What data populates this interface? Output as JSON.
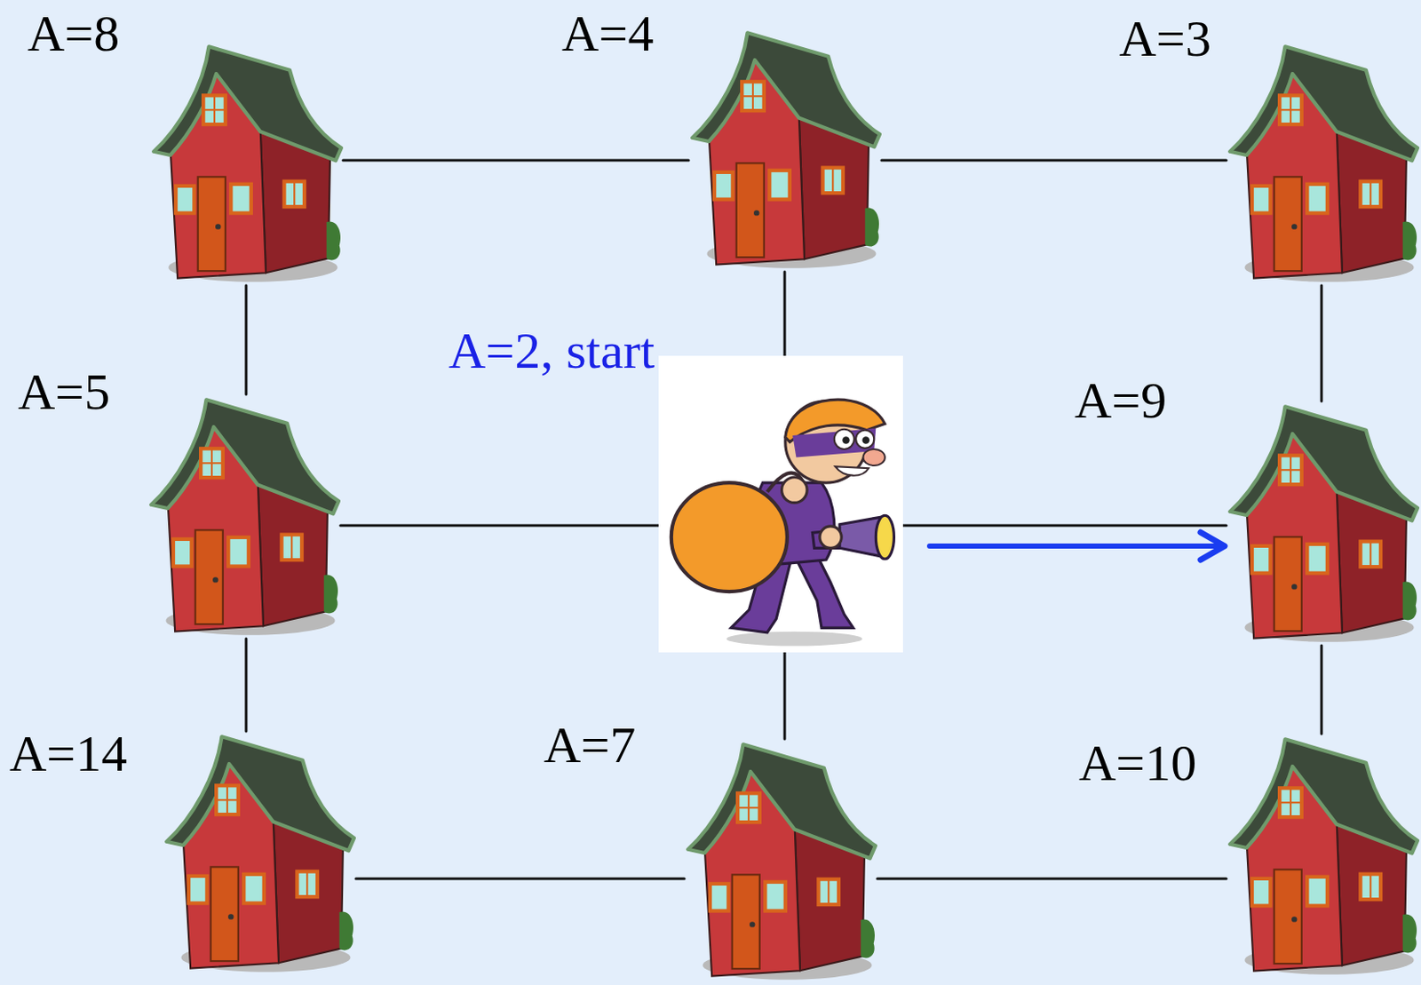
{
  "diagram": {
    "nodes": [
      {
        "text": [
          "A=8"
        ]
      },
      {
        "text": [
          "A=4"
        ]
      },
      {
        "text": [
          "A=3"
        ]
      },
      {
        "text": [
          "A=5"
        ]
      },
      {
        "text": [
          "A=2, start"
        ]
      },
      {
        "text": [
          "A=9"
        ]
      },
      {
        "text": [
          "A=14"
        ]
      },
      {
        "text": [
          "A=7"
        ]
      },
      {
        "text": [
          "A=10"
        ]
      }
    ],
    "edges": [
      {
        "from": 0,
        "to": 1,
        "arrow": "none"
      },
      {
        "from": 1,
        "to": 2,
        "arrow": "none"
      },
      {
        "from": 0,
        "to": 3,
        "arrow": "none"
      },
      {
        "from": 1,
        "to": 4,
        "arrow": "none"
      },
      {
        "from": 2,
        "to": 5,
        "arrow": "none"
      },
      {
        "from": 3,
        "to": 4,
        "arrow": "none"
      },
      {
        "from": 4,
        "to": 5,
        "arrow": "none"
      },
      {
        "from": 4,
        "to": 5,
        "arrow": "to"
      },
      {
        "from": 3,
        "to": 6,
        "arrow": "none"
      },
      {
        "from": 4,
        "to": 7,
        "arrow": "none"
      },
      {
        "from": 5,
        "to": 8,
        "arrow": "none"
      },
      {
        "from": 6,
        "to": 7,
        "arrow": "none"
      },
      {
        "from": 7,
        "to": 8,
        "arrow": "none"
      }
    ]
  }
}
